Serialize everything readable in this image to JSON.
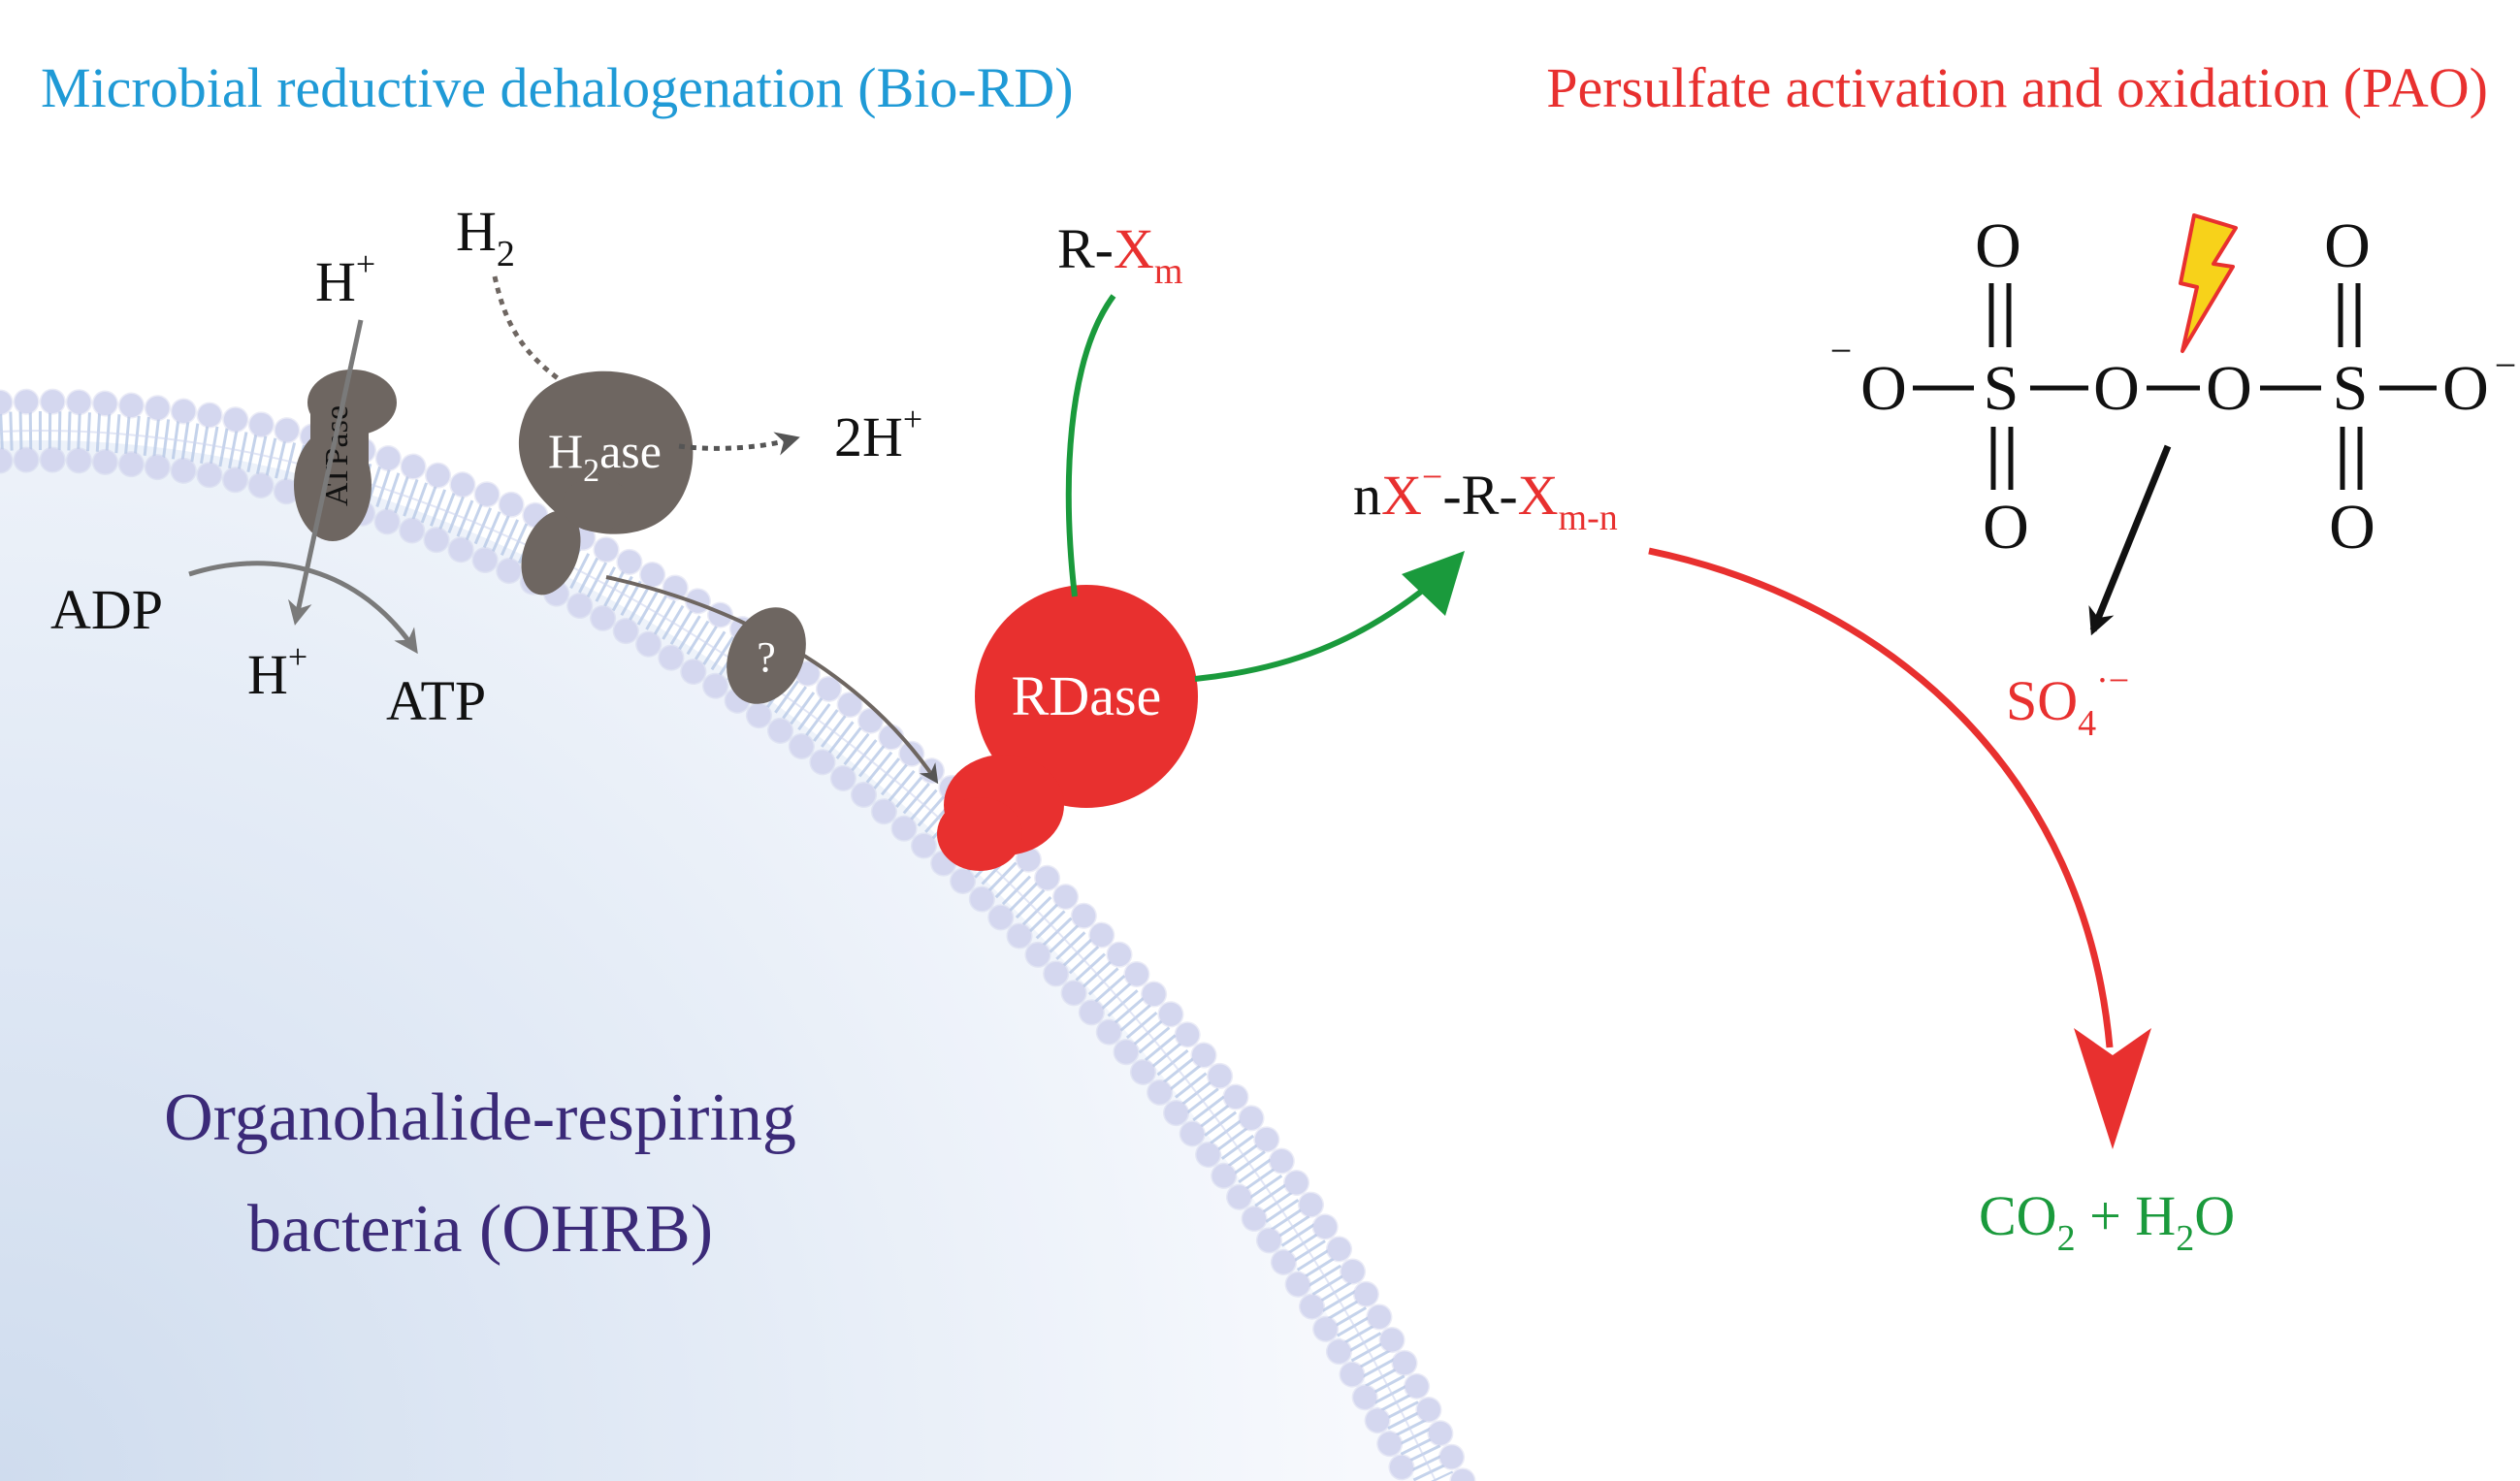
{
  "headings": {
    "bio_rd": "Microbial reductive dehalogenation (Bio-RD)",
    "pao": "Persulfate activation and oxidation (PAO)"
  },
  "cell": {
    "line1": "Organohalide-respiring",
    "line2": "bacteria (OHRB)"
  },
  "membrane_labels": {
    "h_plus_top": "H",
    "h_plus_top_sup": "+",
    "atpase": "ATPase",
    "adp": "ADP",
    "h_plus_bottom": "H",
    "h_plus_bottom_sup": "+",
    "atp": "ATP",
    "h2": "H",
    "h2_sub": "2",
    "h2ase_h": "H",
    "h2ase_sub": "2",
    "h2ase_rest": "ase",
    "two_h_plus": "2H",
    "two_h_plus_sup": "+",
    "unknown": "?",
    "rdase": "RDase"
  },
  "substrate": {
    "r_prefix": "R-",
    "x": "X",
    "x_sub": "m"
  },
  "product": {
    "n": "n",
    "x": "X",
    "x_sup": "−",
    "mid": "-R-",
    "x2": "X",
    "x2_sub": "m-n"
  },
  "persulfate": {
    "o_top_left": "O",
    "o_top_right": "O",
    "o_bottom_left": "O",
    "o_bottom_right": "O",
    "minus_left": "−",
    "o_left": "O",
    "s_left": "S",
    "o_bridge1": "O",
    "o_bridge2": "O",
    "s_right": "S",
    "o_right": "O",
    "minus_right": "−"
  },
  "radical": {
    "so": "SO",
    "sub": "4",
    "sup": "·−"
  },
  "final_products": {
    "co": "CO",
    "co_sub": "2",
    "plus": " + H",
    "h_sub": "2",
    "o": "O"
  },
  "colors": {
    "cyan_heading": "#1f9ad6",
    "red": "#e8302f",
    "green": "#1a9a3c",
    "purple": "#3b2a78",
    "protein_gray": "#6e6661",
    "membrane_bead": "#dde0f4",
    "lightning": "#f7d21a"
  },
  "icons": {
    "lightning": "lightning-bolt-icon"
  }
}
